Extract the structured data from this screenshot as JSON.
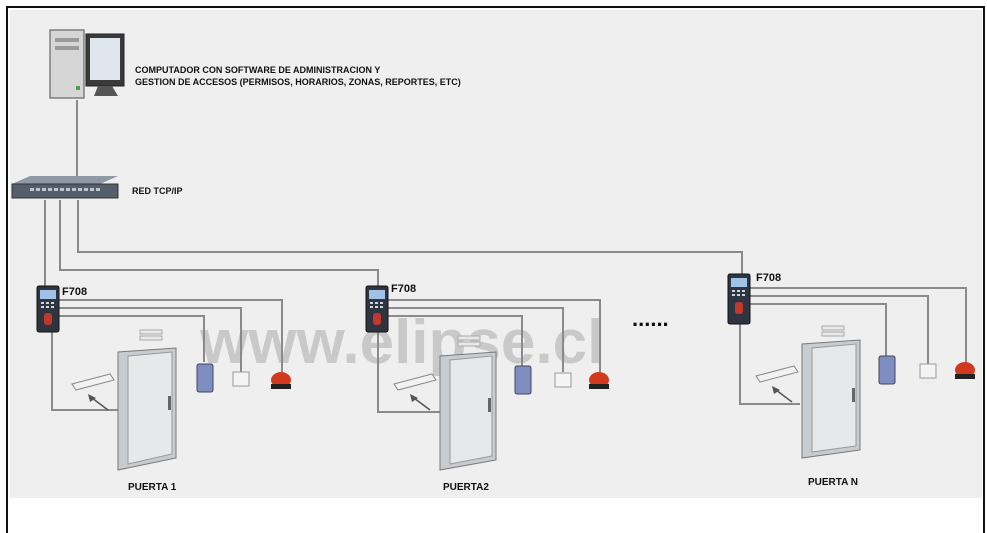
{
  "computer": {
    "label_line1": "COMPUTADOR CON SOFTWARE DE ADMINISTRACION Y",
    "label_line2": "GESTION DE ACCESOS (PERMISOS, HORARIOS, ZONAS, REPORTES, ETC)"
  },
  "network": {
    "label": "RED TCP/IP"
  },
  "watermark": "www.elipse.cl",
  "ellipsis": "......",
  "doors": [
    {
      "controller": "F708",
      "door_label": "PUERTA 1"
    },
    {
      "controller": "F708",
      "door_label": "PUERTA2"
    },
    {
      "controller": "F708",
      "door_label": "PUERTA N"
    }
  ],
  "colors": {
    "panel": "#efefef",
    "line": "#8a8a8a",
    "siren": "#d23a1e",
    "reader": "#7f8ec0"
  }
}
